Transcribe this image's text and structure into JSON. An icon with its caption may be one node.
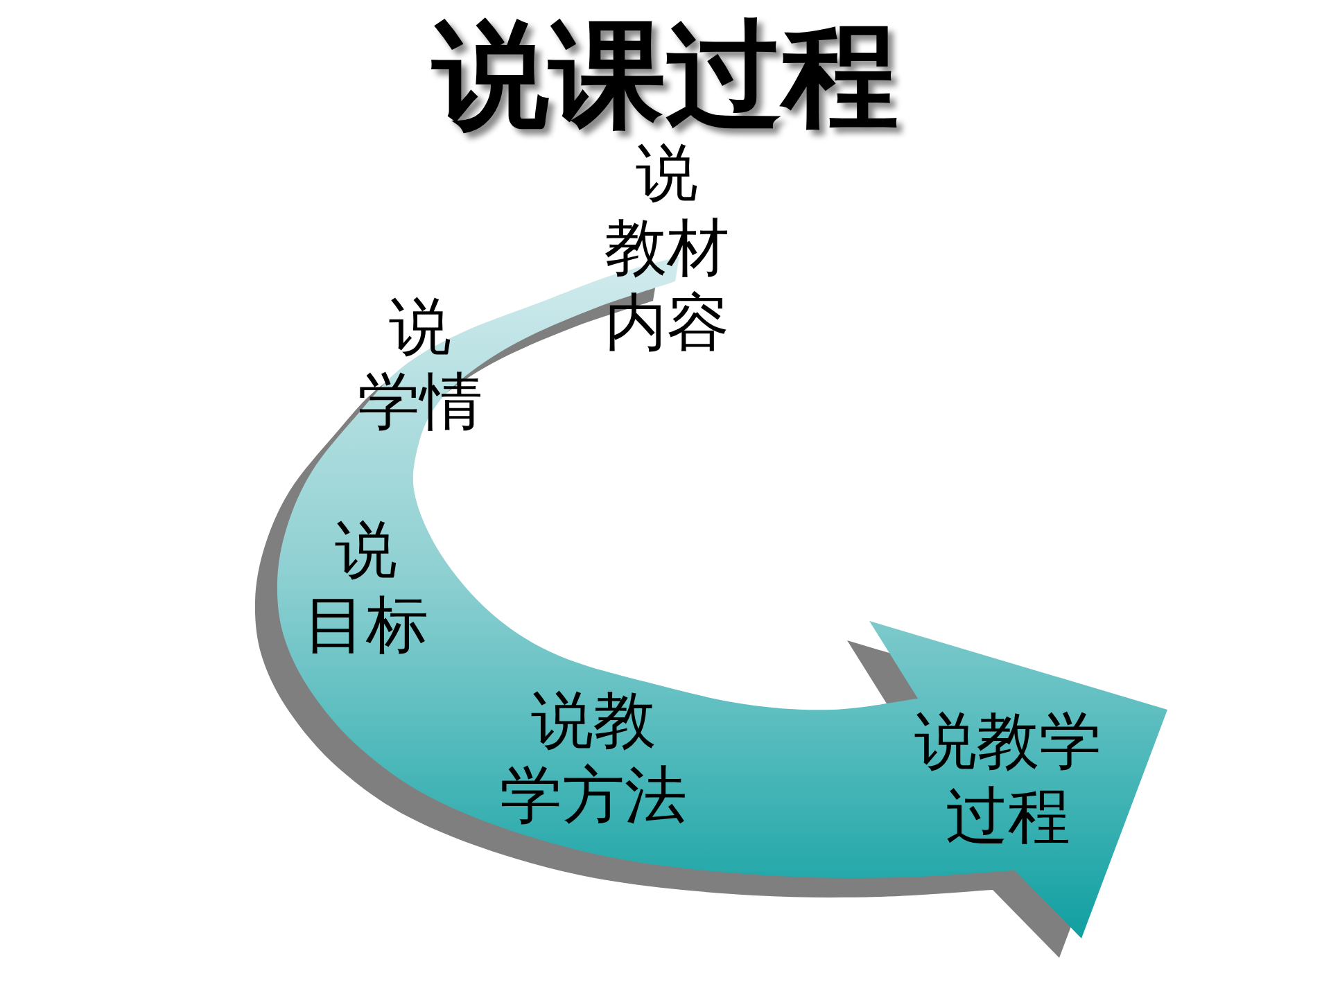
{
  "diagram": {
    "title": "说课过程",
    "nodes": [
      {
        "text": [
          "说教材内容",
          "说学情",
          "说目标",
          "说教学方法",
          "说教学过程"
        ]
      }
    ]
  }
}
